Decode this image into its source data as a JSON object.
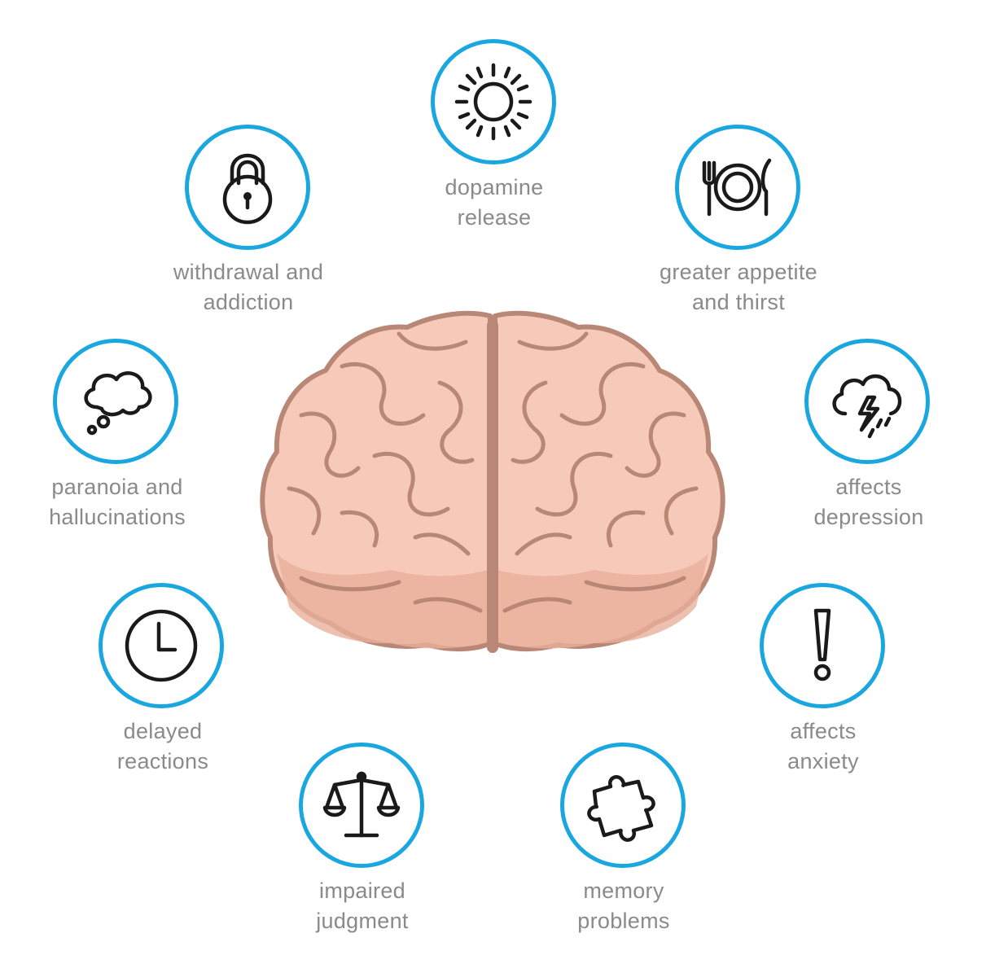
{
  "accent_color": "#1aa7e0",
  "brain_fill": "#f6c9b8",
  "items": [
    {
      "id": "dopamine",
      "icon": "sun-icon",
      "line1": "dopamine",
      "line2": "release"
    },
    {
      "id": "appetite",
      "icon": "plate-fork-knife-icon",
      "line1": "greater appetite",
      "line2": "and thirst"
    },
    {
      "id": "depression",
      "icon": "storm-cloud-icon",
      "line1": "affects",
      "line2": "depression"
    },
    {
      "id": "anxiety",
      "icon": "exclamation-icon",
      "line1": "affects",
      "line2": "anxiety"
    },
    {
      "id": "memory",
      "icon": "puzzle-piece-icon",
      "line1": "memory",
      "line2": "problems"
    },
    {
      "id": "judgment",
      "icon": "scales-icon",
      "line1": "impaired",
      "line2": "judgment"
    },
    {
      "id": "reactions",
      "icon": "clock-icon",
      "line1": "delayed",
      "line2": "reactions"
    },
    {
      "id": "paranoia",
      "icon": "thought-bubble-icon",
      "line1": "paranoia and",
      "line2": "hallucinations"
    },
    {
      "id": "withdrawal",
      "icon": "padlock-icon",
      "line1": "withdrawal and",
      "line2": "addiction"
    }
  ]
}
